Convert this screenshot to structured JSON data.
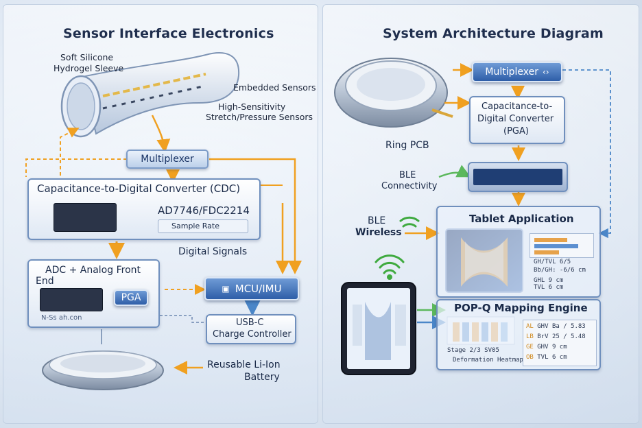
{
  "left": {
    "title": "Sensor Interface Electronics",
    "sleeve_label_1": "Soft Silicone",
    "sleeve_label_2": "Hydrogel Sleeve",
    "embedded_sensors": "Embedded Sensors",
    "hs_line1": "High-Sensitivity",
    "hs_line2": "Stretch/Pressure Sensors",
    "multiplexer": "Multiplexer",
    "cdc_title": "Capacitance-to-Digital Converter (CDC)",
    "cdc_part": "AD7746/FDC2214",
    "sample_rate": "Sample Rate",
    "digital_signals": "Digital Signals",
    "adc_line1": "ADC + Analog Front",
    "adc_line2": "End",
    "pga": "PGA",
    "adc_bottom": "N-Ss ah.con",
    "mcu": "MCU/IMU",
    "usb_line1": "USB-C",
    "usb_line2": "Charge Controller",
    "battery_line1": "Reusable Li-Ion",
    "battery_line2": "Battery"
  },
  "right": {
    "title": "System Architecture Diagram",
    "multiplexer": "Multiplexer",
    "cdc_line1": "Capacitance-to-",
    "cdc_line2": "Digital Converter",
    "cdc_line3": "(PGA)",
    "ring_pcb": "Ring PCB",
    "ble": "BLE",
    "connectivity": "Connectivity",
    "ble2": "BLE",
    "wireless": "Wireless",
    "tablet_app": "Tablet Application",
    "app_row1": "GH/TVL  6/5",
    "app_row2": "Bb/GH:  -6/6 cm",
    "app_row3": "GHL  9 cm",
    "app_row4": "TVL  6 cm",
    "popq": "POP-Q Mapping Engine",
    "stage": "Stage 2/3 SV05",
    "heatmap": "Deformation Heatmap",
    "table": [
      {
        "k": "AL",
        "n": "GHV",
        "v": "Ba / 5.83"
      },
      {
        "k": "LB",
        "n": "BrV",
        "v": "25 / 5.48"
      },
      {
        "k": "GE",
        "n": "GHV",
        "v": "9 cm"
      },
      {
        "k": "OB",
        "n": "TVL",
        "v": "6 cm"
      }
    ]
  },
  "colors": {
    "accent_blue": "#2e5ea8",
    "arrow_orange": "#f0a020",
    "arrow_green": "#5cb85c"
  }
}
